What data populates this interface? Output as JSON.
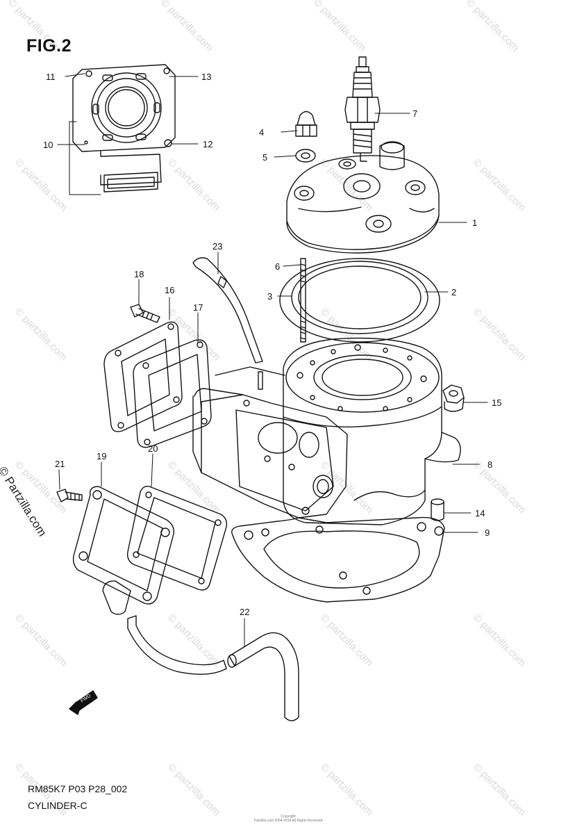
{
  "figure": {
    "title": "FIG.2",
    "code": "RM85K7 P03 P28_002",
    "name": "CYLINDER-C",
    "copyright_line1": "Copyright",
    "copyright_line2": "Partzilla.com 2004-2016 All Rights Reserved",
    "fwd_label": "FWD"
  },
  "watermark": {
    "text": "© partzilla.com",
    "side_text": "© Partzilla.com"
  },
  "callouts": [
    {
      "id": "1",
      "label": "1"
    },
    {
      "id": "2",
      "label": "2"
    },
    {
      "id": "3",
      "label": "3"
    },
    {
      "id": "4",
      "label": "4"
    },
    {
      "id": "5",
      "label": "5"
    },
    {
      "id": "6",
      "label": "6"
    },
    {
      "id": "7",
      "label": "7"
    },
    {
      "id": "8",
      "label": "8"
    },
    {
      "id": "9",
      "label": "9"
    },
    {
      "id": "10",
      "label": "10"
    },
    {
      "id": "11",
      "label": "11"
    },
    {
      "id": "12",
      "label": "12"
    },
    {
      "id": "13",
      "label": "13"
    },
    {
      "id": "14",
      "label": "14"
    },
    {
      "id": "15",
      "label": "15"
    },
    {
      "id": "16",
      "label": "16"
    },
    {
      "id": "17",
      "label": "17"
    },
    {
      "id": "18",
      "label": "18"
    },
    {
      "id": "19",
      "label": "19"
    },
    {
      "id": "20",
      "label": "20"
    },
    {
      "id": "21",
      "label": "21"
    },
    {
      "id": "22",
      "label": "22"
    },
    {
      "id": "23",
      "label": "23"
    }
  ]
}
